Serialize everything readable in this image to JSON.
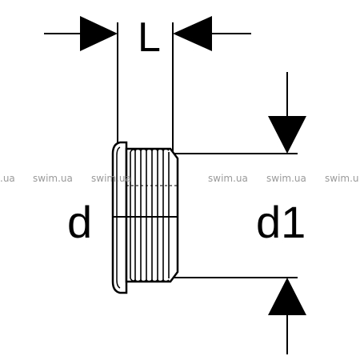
{
  "labels": {
    "length": "L",
    "outer_diameter": "d",
    "inner_diameter": "d1"
  },
  "watermark": {
    "text": "swim.ua",
    "edge_left": ".ua",
    "edge_right": "swim.u"
  },
  "colors": {
    "ink": "#000000",
    "watermark": "#9a9a9a",
    "background": "#ffffff"
  }
}
